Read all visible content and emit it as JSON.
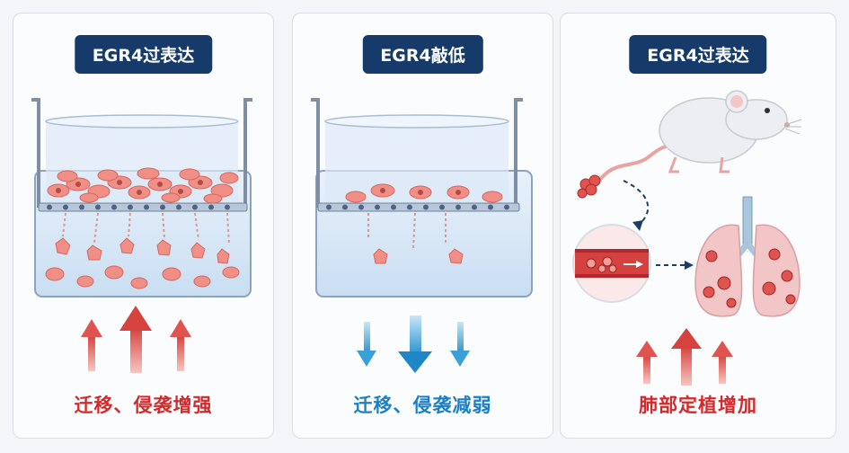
{
  "panels": [
    {
      "title": "EGR4过表达",
      "caption": "迁移、侵袭增强",
      "caption_color": "#d4292b"
    },
    {
      "title": "EGR4敲低",
      "caption": "迁移、侵袭减弱",
      "caption_color": "#1a7fc4"
    },
    {
      "title": "EGR4过表达",
      "caption": "肺部定植增加",
      "caption_color": "#d4292b"
    }
  ],
  "colors": {
    "navy": "#163b6b",
    "red_arrow": "#e0544f",
    "blue_arrow": "#3aa0d8",
    "cell": "#ef8f86",
    "vessel": "#b3262b"
  },
  "icons": [
    "transwell-chamber-icon",
    "mouse-icon",
    "blood-vessel-icon",
    "lungs-icon",
    "arrow-up-icon",
    "arrow-down-icon"
  ]
}
